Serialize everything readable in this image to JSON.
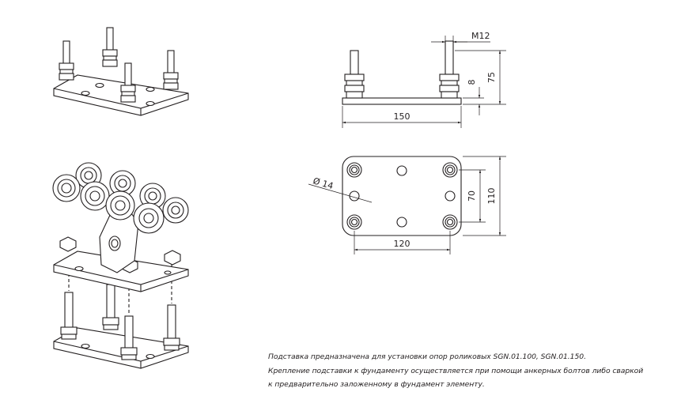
{
  "dimensions": {
    "thread": "M12",
    "height_total": "75",
    "plate_thickness": "8",
    "width_side": "150",
    "hole_diameter": "Ø 14",
    "bolt_spacing_y": "70",
    "plate_depth": "110",
    "bolt_spacing_x": "120"
  },
  "description": {
    "line1": "Подставка предназначена для установки опор роликовых SGN.01.100, SGN.01.150.",
    "line2": "Крепление подставки к фундаменту осуществляется при помощи анкерных болтов либо сваркой",
    "line3": "к предварительно заложенному в фундамент элементу."
  },
  "colors": {
    "line": "#231f20",
    "paper": "#ffffff"
  }
}
